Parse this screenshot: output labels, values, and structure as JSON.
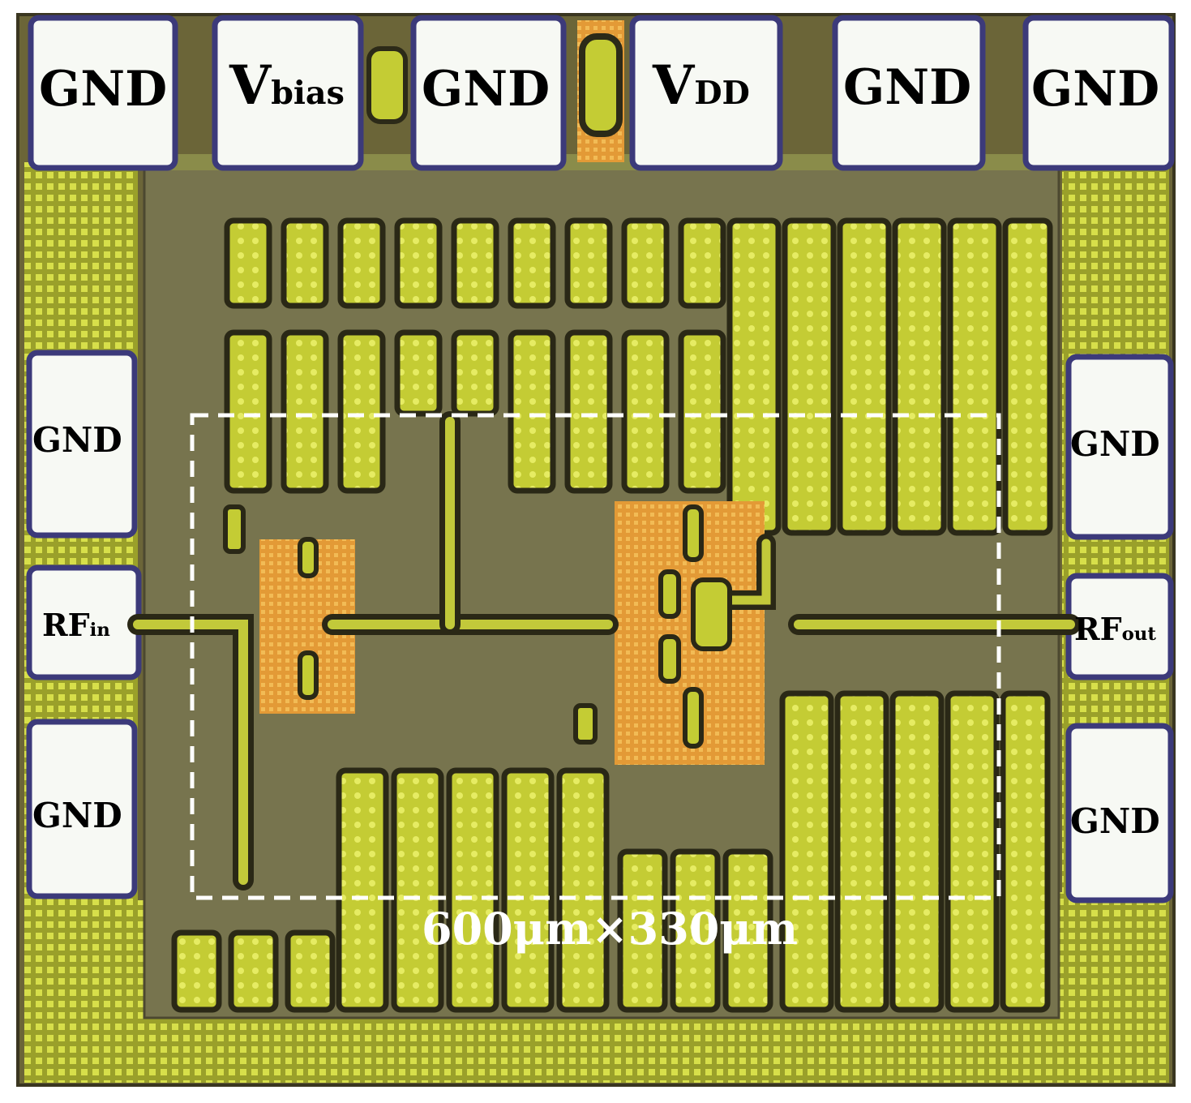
{
  "pads": {
    "top": [
      {
        "id": "gnd1",
        "text": "GND"
      },
      {
        "id": "vbias",
        "main": "V",
        "sub": "bias"
      },
      {
        "id": "gnd2",
        "text": "GND"
      },
      {
        "id": "vdd",
        "main": "V",
        "sub": "DD"
      },
      {
        "id": "gnd3",
        "text": "GND"
      },
      {
        "id": "gnd4",
        "text": "GND"
      }
    ],
    "left": [
      {
        "id": "gnd-left-upper",
        "text": "GND"
      },
      {
        "id": "rf-in",
        "main": "RF",
        "sub": "in"
      },
      {
        "id": "gnd-left-lower",
        "text": "GND"
      }
    ],
    "right": [
      {
        "id": "gnd-right-upper",
        "text": "GND"
      },
      {
        "id": "rf-out",
        "main": "RF",
        "sub": "out"
      },
      {
        "id": "gnd-right-lower",
        "text": "GND"
      }
    ]
  },
  "core_area_label": "600μm×330μm",
  "colors": {
    "substrate": "#6e6a3a",
    "metal": "#c7d23a",
    "pad_fill": "#f7f9f4",
    "pad_border": "#3c3a7a",
    "dashed_box": "#ffffff",
    "transistor_region": "#e8a93e"
  }
}
